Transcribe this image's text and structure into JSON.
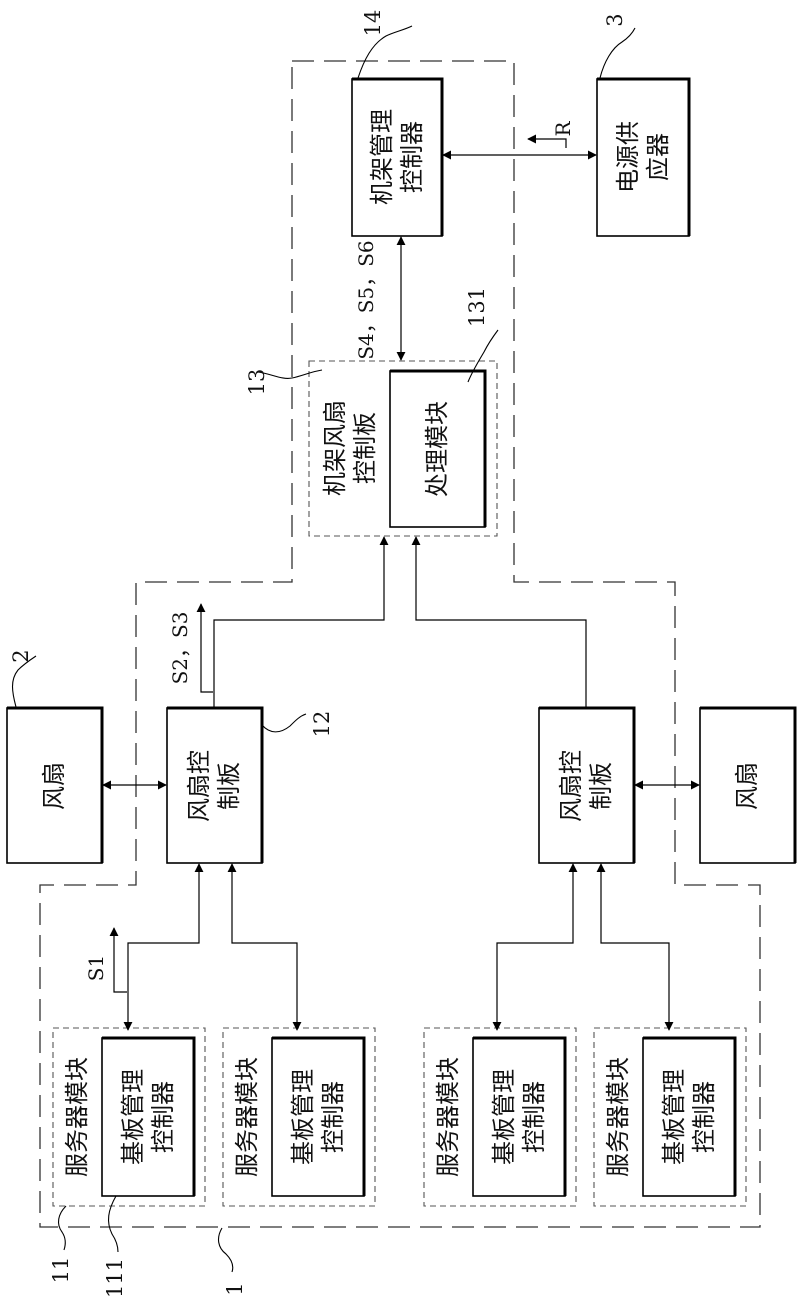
{
  "refs": {
    "rack_mgmt": "14",
    "power_supply": "3",
    "rack_fan_board": "13",
    "processing_module": "131",
    "fan": "2",
    "fan_board": "12",
    "server_module": "11",
    "bmc": "111",
    "chassis": "1"
  },
  "blocks": {
    "rack_mgmt": [
      "机架管理",
      "控制器"
    ],
    "power_supply": [
      "电源供",
      "应器"
    ],
    "rack_fan_board": [
      "机架风扇",
      "控制板"
    ],
    "processing_module": [
      "处理模块"
    ],
    "fan": [
      "风扇"
    ],
    "fan_board": [
      "风扇控",
      "制板"
    ],
    "server_module": [
      "服务器模块"
    ],
    "bmc": [
      "基板管理",
      "控制器"
    ]
  },
  "signals": {
    "r": "R",
    "s456": "S4，S5，S6",
    "s23": "S2，S3",
    "s1": "S1"
  }
}
